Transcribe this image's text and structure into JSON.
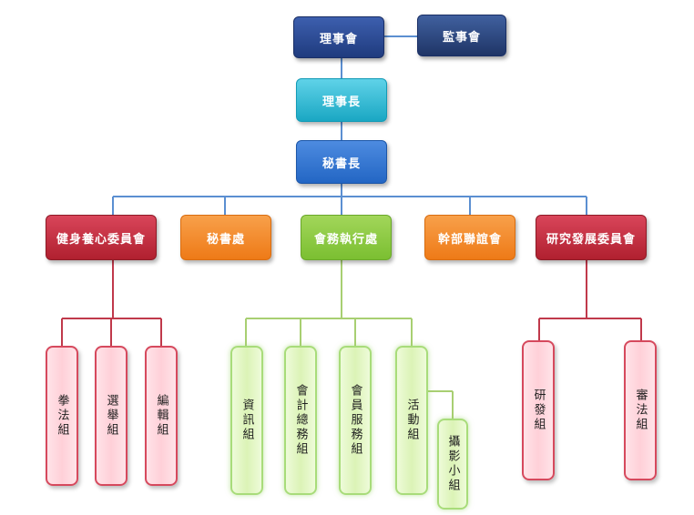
{
  "nodes": {
    "board": "理事會",
    "supervisors": "監事會",
    "chairman": "理事長",
    "secretary_general": "秘書長",
    "health_committee": "健身養心委員會",
    "secretariat": "秘書處",
    "executive_office": "會務執行處",
    "cadre_council": "幹部聯誼會",
    "research_committee": "研究發展委員會",
    "group_law": "拳法組",
    "group_election": "選舉組",
    "group_editing": "編輯組",
    "group_it": "資訊組",
    "group_accounting": "會計總務組",
    "group_member_services": "會員服務組",
    "group_activities": "活動組",
    "group_photo": "攝影小組",
    "group_research": "研發組",
    "group_review": "審法組"
  },
  "colors": {
    "navy": "#1f3b7e",
    "cyan": "#1aa7c3",
    "blue": "#2366c4",
    "red": "#b0202f",
    "orange": "#ee7a17",
    "green": "#7bbf31",
    "blue_line": "#5b8fd1",
    "red_line": "#c0394b",
    "green_line": "#a8cf72"
  }
}
